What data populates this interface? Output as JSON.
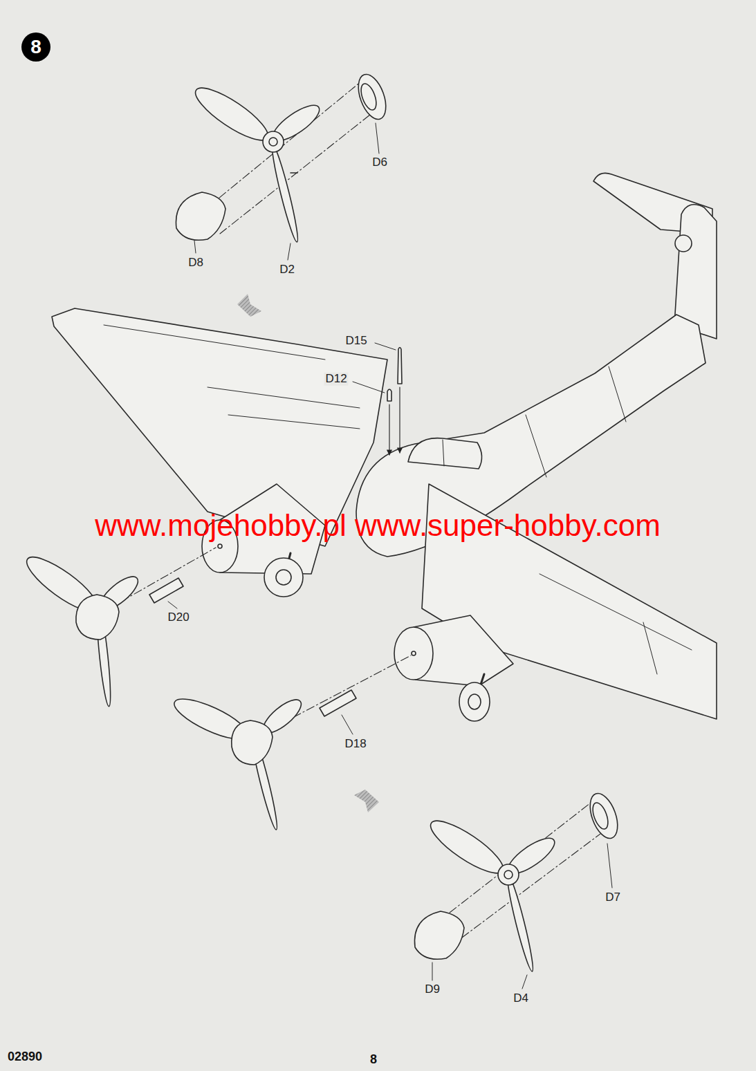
{
  "diagram": {
    "nodes": [
      {
        "text": [
          "8"
        ]
      }
    ],
    "edges": [],
    "labels": [
      "D6",
      "D8",
      "D2",
      "D15",
      "D12",
      "www.mojehobby.pl www.super-hobby.com",
      "D20",
      "D18",
      "D7",
      "D9",
      "D4",
      "02890",
      "8"
    ]
  }
}
